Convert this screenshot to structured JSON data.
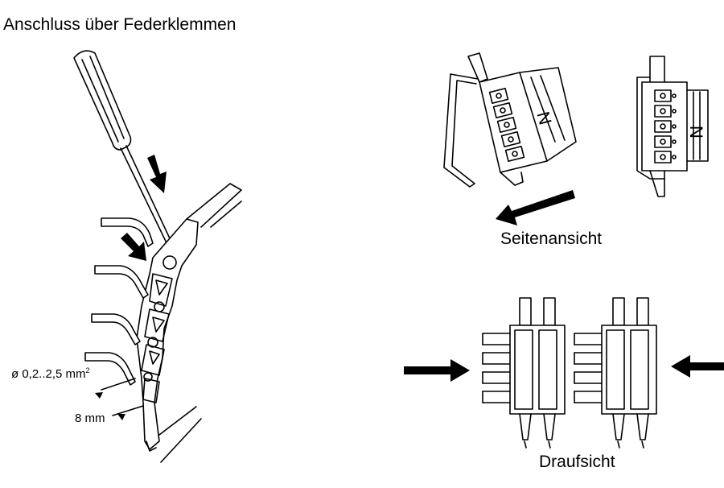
{
  "title": "Anschluss über Federklemmen",
  "labels": {
    "side_view": "Seitenansicht",
    "top_view": "Draufsicht",
    "wire_size_prefix": "ø 0,2..2,5 mm",
    "wire_size_sup": "2",
    "strip_length": "8 mm"
  },
  "terminal_positions": 5
}
